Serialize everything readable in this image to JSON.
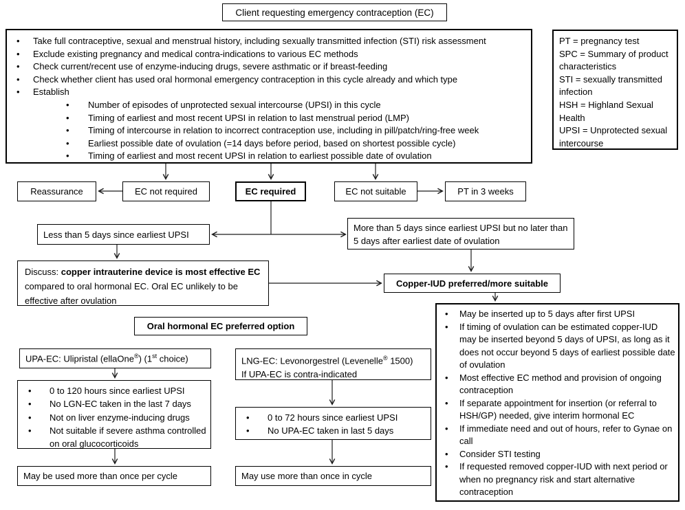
{
  "title": "Client requesting emergency contraception (EC)",
  "colors": {
    "border": "#000000",
    "background": "#ffffff",
    "text": "#000000",
    "line": "#1a1a1a"
  },
  "assessment": {
    "items": [
      "Take full contraceptive, sexual and menstrual history, including sexually transmitted infection (STI) risk assessment",
      "Exclude existing pregnancy and medical contra-indications to various EC methods",
      "Check current/recent use of enzyme-inducing drugs, severe asthmatic or if breast-feeding",
      "Check whether client has used oral hormonal emergency contraception in this cycle already and which type",
      "Establish"
    ],
    "sub_items": [
      "Number of episodes of unprotected sexual intercourse (UPSI) in this cycle",
      "Timing of earliest and most recent UPSI in relation to last menstrual period (LMP)",
      "Timing of intercourse in relation to incorrect contraception use, including in pill/patch/ring-free week",
      "Earliest possible date of ovulation (=14 days before period, based on shortest possible cycle)",
      "Timing of earliest and most recent UPSI in relation to earliest possible date of ovulation"
    ]
  },
  "legend": {
    "entries": [
      "PT = pregnancy test",
      "SPC = Summary of product characteristics",
      "STI = sexually transmitted infection",
      "HSH = Highland Sexual Health",
      "UPSI = Unprotected sexual intercourse"
    ]
  },
  "triage": {
    "reassurance": "Reassurance",
    "ec_not_required": "EC not required",
    "ec_required": "EC required",
    "ec_not_suitable": "EC not suitable",
    "pt_3_weeks": "PT in 3 weeks"
  },
  "timing": {
    "less_than": "Less than 5 days since earliest UPSI",
    "more_than": "More than 5 days since earliest UPSI but no later than 5 days after earliest date of ovulation"
  },
  "discuss": {
    "prefix": "Discuss: ",
    "bold": "copper intrauterine device is most effective EC",
    "rest": " compared to oral hormonal EC. Oral EC unlikely to be effective after ovulation"
  },
  "copper_iud": {
    "title": "Copper-IUD preferred/more suitable",
    "items": [
      "May be inserted up to 5 days after first UPSI",
      "If timing of ovulation can be estimated copper-IUD may be inserted beyond 5 days of UPSI, as long as it does not occur beyond 5 days of earliest possible date of ovulation",
      "Most effective EC method and provision of ongoing contraception",
      "If separate appointment for insertion (or referral to HSH/GP) needed, give interim hormonal EC",
      "If immediate need and out of hours, refer to Gynae on call",
      "Consider STI testing",
      "If requested removed copper-IUD with next period or when no pregnancy risk and start alternative contraception"
    ]
  },
  "oral": {
    "header": "Oral hormonal EC preferred option",
    "upa": {
      "label_p1": "UPA-EC: Ulipristal (ellaOne",
      "label_sup1": "®",
      "label_p2": ") (1",
      "label_sup2": "st",
      "label_p3": " choice)",
      "items": [
        "0 to 120 hours since earliest UPSI",
        "No LGN-EC taken in the last 7 days",
        "Not on liver enzyme-inducing drugs",
        "Not suitable if severe asthma controlled on oral glucocorticoids"
      ],
      "footer": "May be used more than once per cycle"
    },
    "lng": {
      "line1_p1": "LNG-EC: Levonorgestrel (Levenelle",
      "line1_sup": "®",
      "line1_p2": " 1500)",
      "line2": "If UPA-EC is contra-indicated",
      "items": [
        "0 to 72 hours since earliest UPSI",
        "No UPA-EC taken in last 5 days"
      ],
      "footer": "May use more than once in cycle"
    }
  }
}
